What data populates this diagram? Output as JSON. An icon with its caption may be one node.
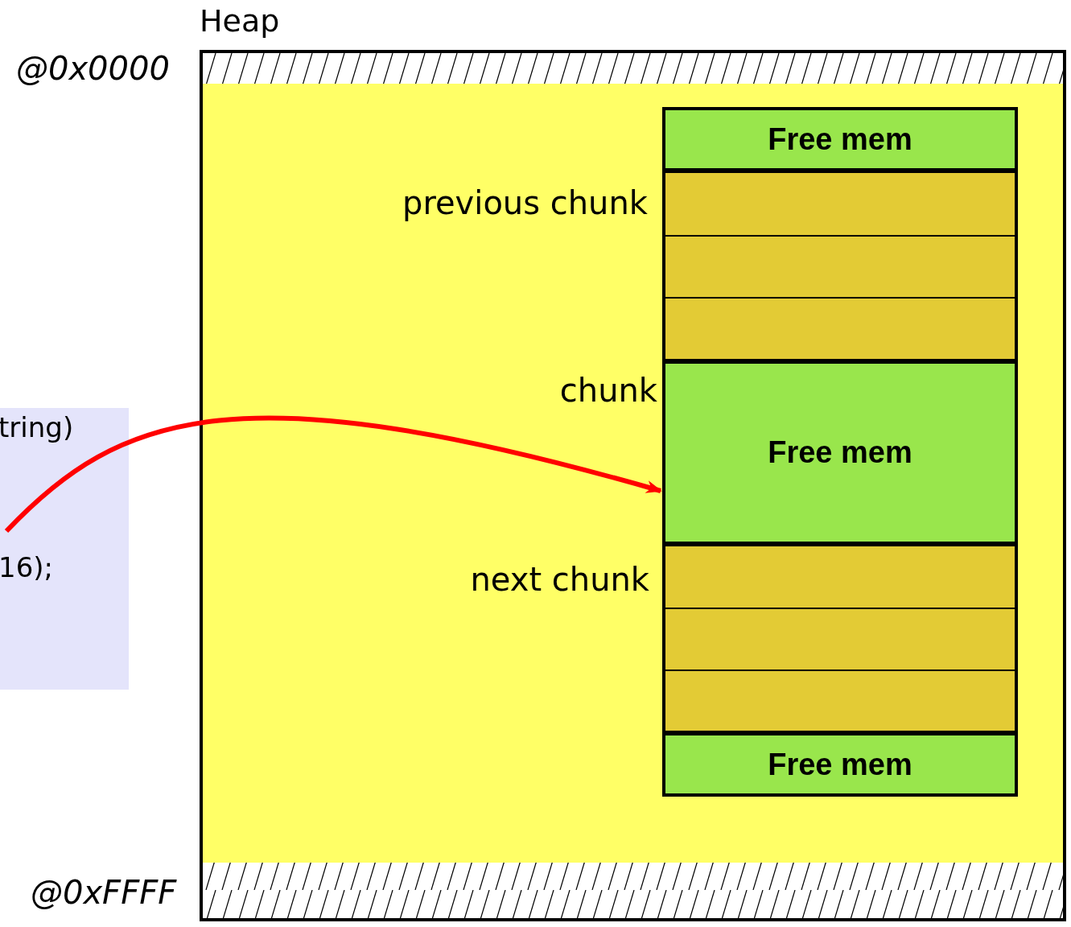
{
  "diagram": {
    "nodes": [
      {
        "text": [
          "Heap"
        ]
      },
      {
        "text": [
          "Free mem"
        ],
        "in": 0
      },
      {
        "text": [],
        "shape": "box",
        "in": 0,
        "beside": [
          "previous chunk"
        ]
      },
      {
        "text": [
          "Free mem"
        ],
        "in": 0,
        "beside": [
          "chunk"
        ]
      },
      {
        "text": [],
        "shape": "box",
        "in": 0,
        "beside": [
          "next chunk"
        ]
      },
      {
        "text": [
          "Free mem"
        ],
        "in": 0
      },
      {
        "text": [
          "tring)",
          "16);"
        ]
      }
    ],
    "edges": [
      {
        "from": 6,
        "to": 3,
        "arrow": "to",
        "color": "#ff0000"
      }
    ],
    "labels": [
      "@0x0000",
      "@0xFFFF"
    ]
  }
}
